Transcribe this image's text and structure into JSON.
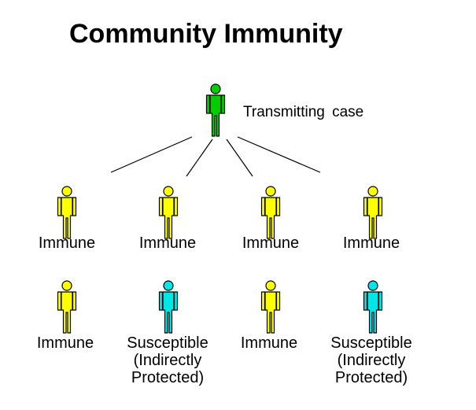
{
  "title": "Community Immunity",
  "source": {
    "label": "Transmitting  case",
    "color": "#00cc00"
  },
  "colors": {
    "immune": "#ffff00",
    "susceptible": "#00e5e5",
    "outline": "#000000"
  },
  "rows": [
    [
      {
        "status": "immune",
        "label": "Immune"
      },
      {
        "status": "immune",
        "label": "Immune"
      },
      {
        "status": "immune",
        "label": "Immune"
      },
      {
        "status": "immune",
        "label": "Immune"
      }
    ],
    [
      {
        "status": "immune",
        "label": "Immune"
      },
      {
        "status": "susceptible",
        "label": "Susceptible\n(Indirectly\nProtected)"
      },
      {
        "status": "immune",
        "label": "Immune"
      },
      {
        "status": "susceptible",
        "label": "Susceptible\n(Indirectly\nProtected)"
      }
    ]
  ]
}
